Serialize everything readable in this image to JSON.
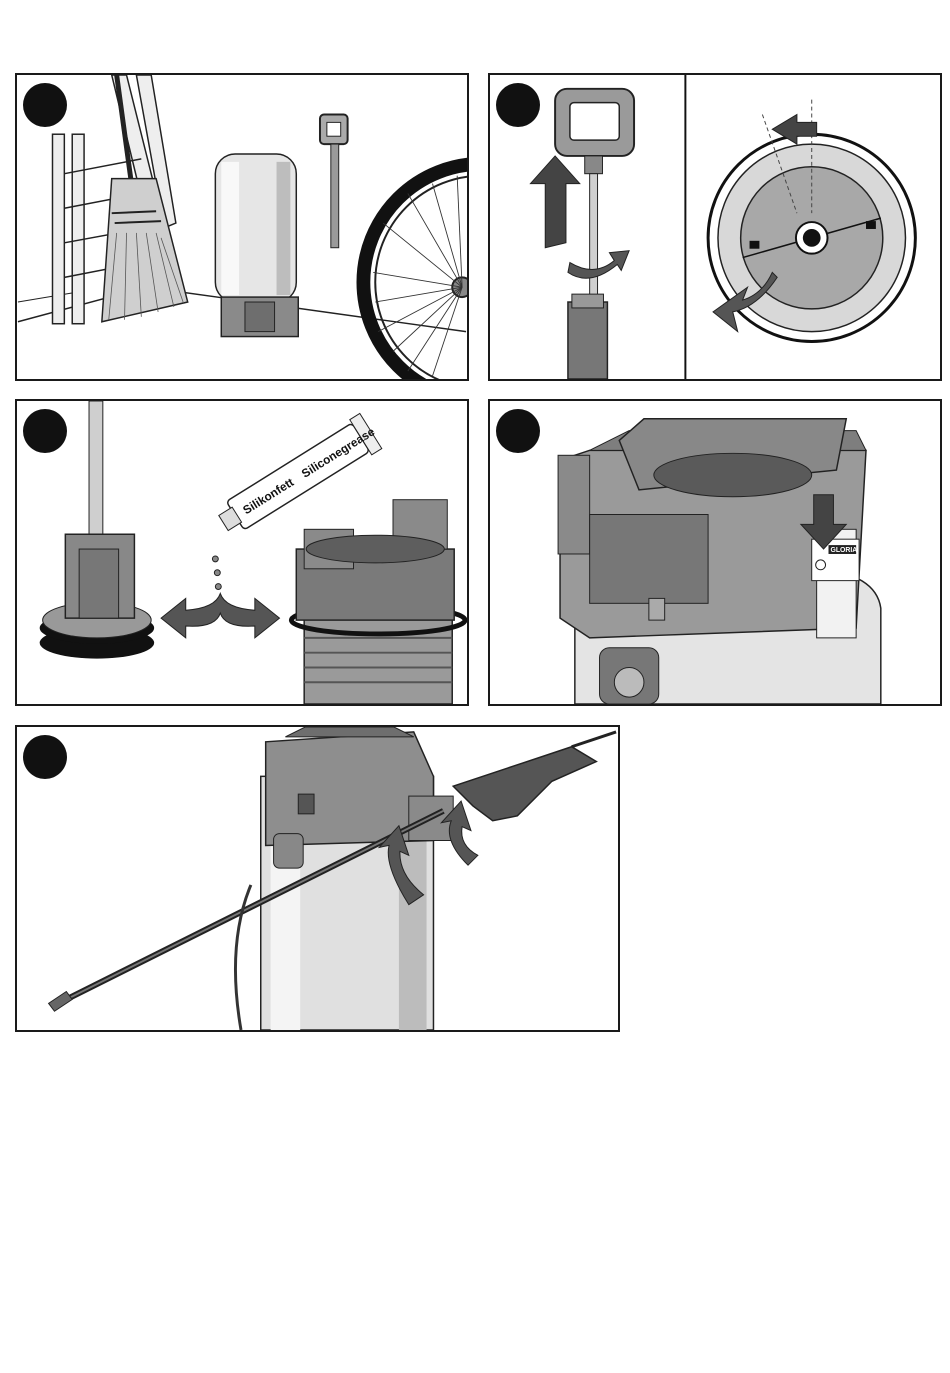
{
  "page": {
    "background": "#ffffff",
    "ink": "#111111"
  },
  "panels": [
    {
      "id": "storage",
      "step_marker": "filled-circle"
    },
    {
      "id": "pump-removal",
      "step_marker": "filled-circle"
    },
    {
      "id": "grease-seals",
      "step_marker": "filled-circle",
      "tube": {
        "label_de": "Silikonfett",
        "label_en": "Siliconegrease"
      }
    },
    {
      "id": "pressure-valve",
      "step_marker": "filled-circle",
      "valve_brand": "GLORIA"
    },
    {
      "id": "lance-holder",
      "step_marker": "filled-circle"
    }
  ],
  "colors": {
    "light_gray": "#d8d8d8",
    "mid_gray": "#9a9a9a",
    "dark_gray": "#5e5e5e",
    "arrow": "#444444"
  }
}
